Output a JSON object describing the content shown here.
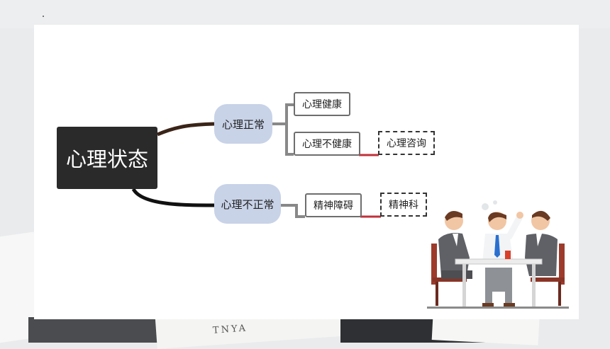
{
  "diagram": {
    "root": "心理状态",
    "branches": [
      {
        "label": "心理正常",
        "children": [
          {
            "label": "心理健康"
          },
          {
            "label": "心理不健康",
            "link": "心理咨询"
          }
        ]
      },
      {
        "label": "心理不正常",
        "children": [
          {
            "label": "精神障碍",
            "link": "精神科"
          }
        ]
      }
    ]
  },
  "background_text": "TNYA"
}
